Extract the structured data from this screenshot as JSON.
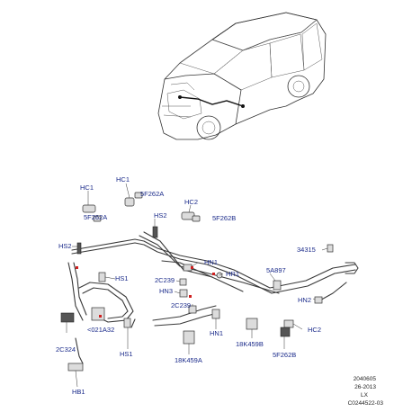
{
  "labels": {
    "hc1_left": "HC1",
    "hc1_top": "HC1",
    "f262a_top": "5F262A",
    "f262a_left": "5F262A",
    "hs2_mid": "HS2",
    "hc2_top": "HC2",
    "f262b_top": "5F262B",
    "hs2_left": "HS2",
    "n34315": "34315",
    "hn1_top": "HN1",
    "hs1_top": "HS1",
    "c2c239_top": "2C239",
    "hr1": "HR1",
    "a897": "5A897",
    "hn3": "HN3",
    "hn2": "HN2",
    "c2c239_bottom": "2C239",
    "c021a32": "<021A32",
    "hc2_right": "HC2",
    "c2c324": "2C324",
    "hn1_bottom": "HN1",
    "k459b": "18K459B",
    "hs1_bottom": "HS1",
    "f262b_bottom": "5F262B",
    "k459a": "18K459A",
    "hb1": "HB1"
  },
  "footer": {
    "line1": "2040605",
    "line2": "26-2013",
    "line3": "LX",
    "line4": "C0244522-03"
  },
  "colors": {
    "label": "#1a2a8a",
    "line": "#333333",
    "highlight": "#d02020"
  }
}
